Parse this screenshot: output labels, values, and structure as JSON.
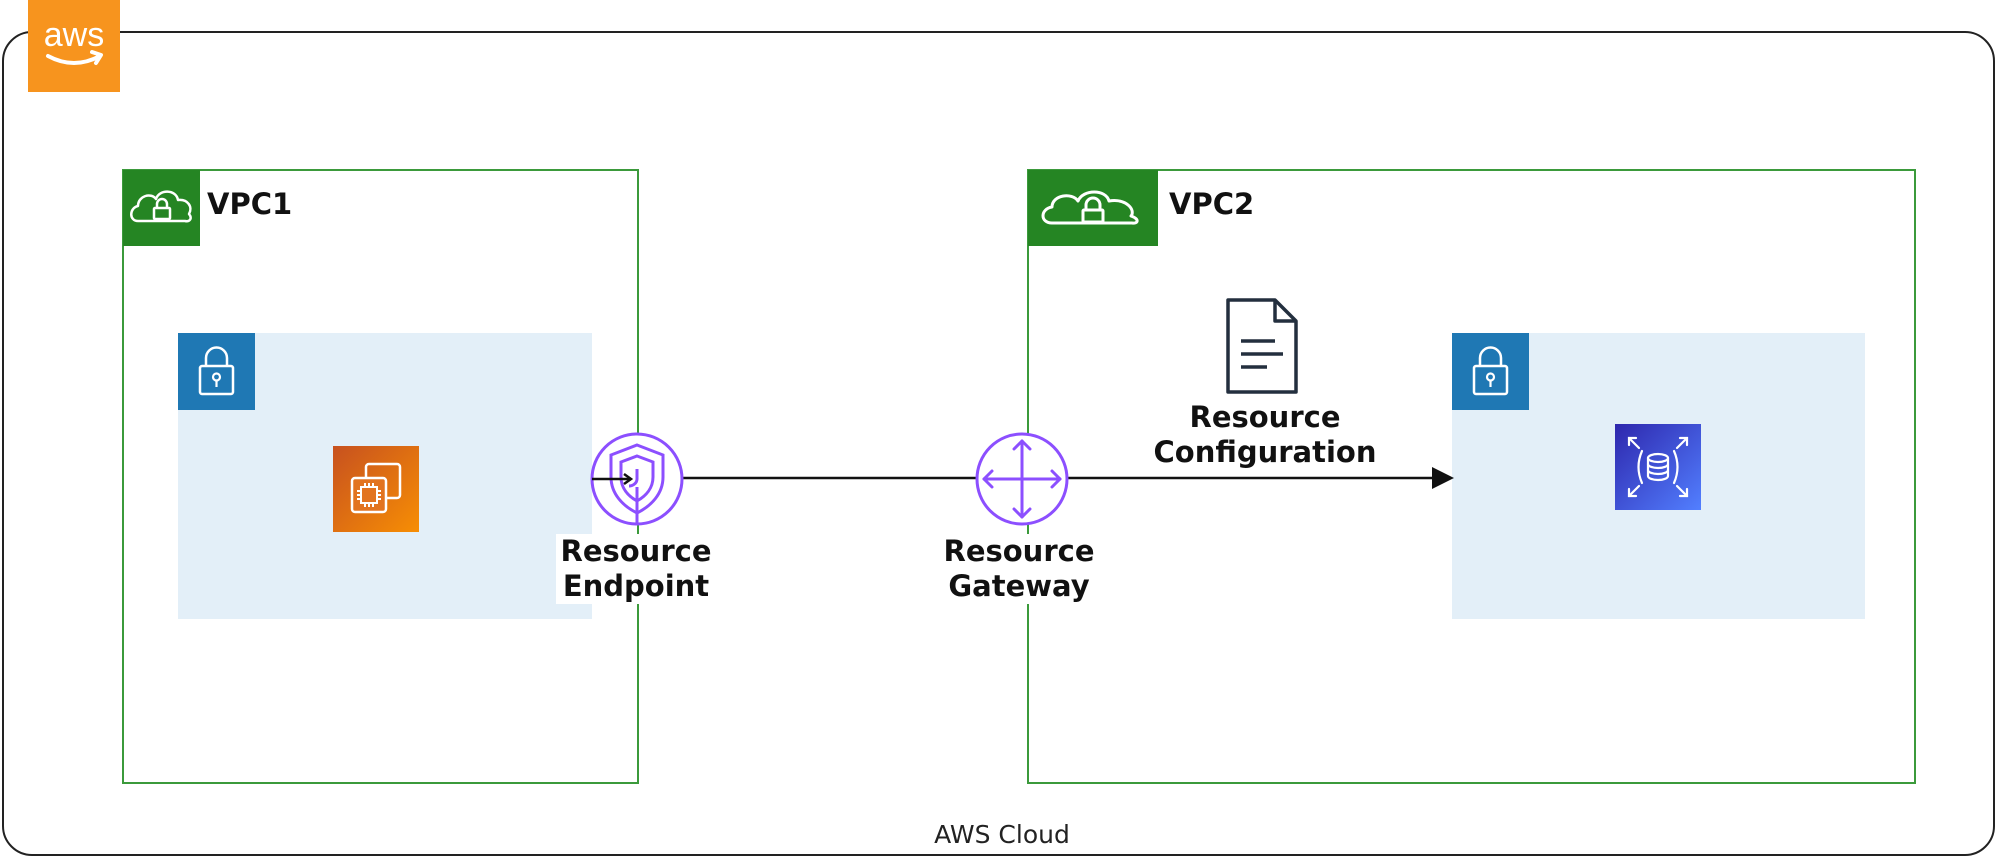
{
  "diagram": {
    "frame": {
      "label": "AWS Cloud"
    },
    "logo": {
      "text": "aws"
    },
    "vpcs": [
      {
        "label": "VPC1"
      },
      {
        "label": "VPC2"
      }
    ],
    "nodes": {
      "resource_endpoint": {
        "label_line1": "Resource",
        "label_line2": "Endpoint"
      },
      "resource_gateway": {
        "label_line1": "Resource",
        "label_line2": "Gateway"
      },
      "resource_configuration": {
        "label_line1": "Resource",
        "label_line2": "Configuration"
      }
    },
    "icons": {
      "aws_logo": "aws-logo",
      "vpc": "vpc-cloud-lock-icon",
      "subnet": "private-subnet-lock-icon",
      "ec2": "ec2-instances-icon",
      "rds": "rds-database-icon",
      "endpoint": "shield-endpoint-icon",
      "gateway": "gateway-arrows-icon",
      "config": "document-icon"
    },
    "colors": {
      "aws_orange": "#f7941e",
      "vpc_green": "#258523",
      "subnet_blue": "#1f78b4",
      "subnet_fill": "#e3eff8",
      "network_purple": "#8c4fff",
      "ec2_orange": "#e7701a",
      "rds_blue": "#3b48cc"
    }
  }
}
